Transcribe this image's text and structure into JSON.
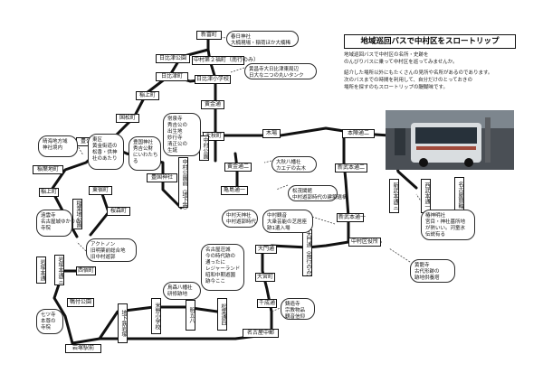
{
  "title": "地域巡回バスで中村区をスロートリップ",
  "intro": [
    "地域巡回バスで中村区の名所・史跡を",
    "のんびりバスに乗って中村区を巡ってみませんか。",
    "紹介した場所以外にもたくさんの見所や名所があるのであります。",
    "次のバスまでの時間を利用して、自分だけのとっておきの",
    "場所を探すのもスロートリップの醍醐味です。"
  ],
  "stops": {
    "s1": "新富町",
    "s2": "日比津公園",
    "s3": "日比津町",
    "s4": "中村第２福町（南行のみ）",
    "s5": "日比津小学校",
    "s6": "稲上町",
    "s7": "国松町",
    "s8": "豊公園",
    "s9": "稲葉地町",
    "s10": "黄金通",
    "s11": "大秋町",
    "s12": "稲上町",
    "s13": "稲葉地公園",
    "s14": "東宿町",
    "s15": "桜森町",
    "s16": "豊国神社",
    "s17": "中村公園前（地下鉄）",
    "s18": "黄金通二",
    "s19": "木場",
    "s20": "亀島通一",
    "s21": "本陣通二",
    "s22": "中村公園",
    "s23": "新武本通二",
    "s24": "新武本通三",
    "s25": "新武本通一",
    "s26": "西武本通一",
    "s27": "名古屋競輪",
    "s28": "中村区役所",
    "s29": "大門通",
    "s30": "大門通（南行のみ）",
    "s31": "千成通",
    "s32": "大宮町",
    "s33": "名古屋中郵",
    "s34": "西宿町",
    "s35": "鴨付公園",
    "s36": "岩塚本通三",
    "s37": "岩塚本通",
    "s38": "地下鉄岩塚",
    "s39": "明五八",
    "s40": "松葉通四",
    "s41": "米野小学校",
    "s42": "岩塚駅前"
  },
  "notes": {
    "n1": "春日神社\n大楠現場・稲荷ほか大楠稀",
    "n2": "黄昌寺大日比津東局辺\n日大な二つの丸いタンク",
    "n3": "晴海地方域\n神社境内",
    "n4": "東区\n黄金街道の\n松香・供神\n社のあたり",
    "n5": "豊国神社\n秀吉公財\nにいわたち\nる",
    "n6": "常泉寺\n秀吉公の\n出生地\n妙行寺\n清正公の\n生誕",
    "n7": "大秋八幡社\nカエデの古木",
    "n8": "松茂閣館\n中村遊郭時代の建築遺構",
    "n9": "中村天神社\n中村遊郭時代",
    "n10": "中村観音\n大衆芸能の芝居座\n跡1遺入場",
    "n11": "椿神明社\n宮目・神社墓所地\nが熱いい。河童氷\n伝説有る",
    "n12": "黄龍寺\n古代形跡の\n跡地供養塔",
    "n13": "アクトノン\n旧明薬前総合地\n旧中村遊郭",
    "n14": "遠雲寺\n名古屋城ゆかりの\n寺院",
    "n15": "名古屋荘城\n今の時代跡の\n通ったに\nレジャーランド\n昭和中期遊園\n跡今ここ",
    "n16": "鳥森八幡社\n研修跡地",
    "n17": "鋳造寺\n宗教物品\n観音信仰",
    "n18": "七ツ寺\n本尊の\n寺院"
  },
  "photo_label": "路線バス写真"
}
